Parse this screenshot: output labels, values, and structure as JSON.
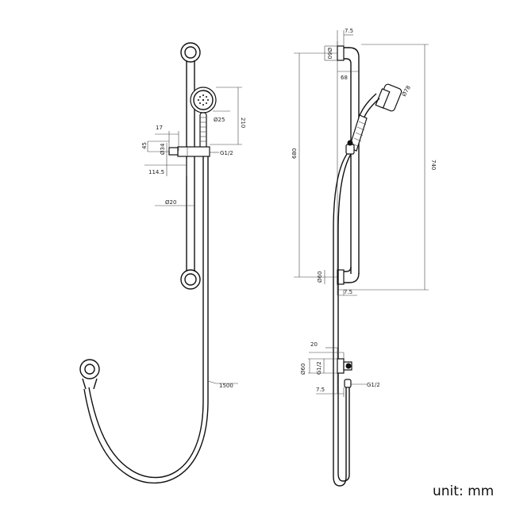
{
  "front_view": {
    "dims": {
      "d25": "Ø25",
      "h210": "210",
      "w17": "17",
      "h45": "45",
      "d34": "Ø34",
      "g12": "G1/2",
      "w1145": "114.5",
      "d20": "Ø20",
      "hose1500": "1500"
    }
  },
  "side_view": {
    "dims": {
      "top_75": "7.5",
      "top_d60": "Ø60",
      "w68": "68",
      "d78": "Ø78",
      "h680": "680",
      "h740": "740",
      "bottom_d60": "Ø60",
      "bottom_75": "7.5",
      "outlet_20": "20",
      "outlet_d60": "Ø60",
      "outlet_g12_vert": "G1/2",
      "outlet_75": "7.5",
      "outlet_g12": "G1/2"
    }
  },
  "unit_label": "unit: mm"
}
